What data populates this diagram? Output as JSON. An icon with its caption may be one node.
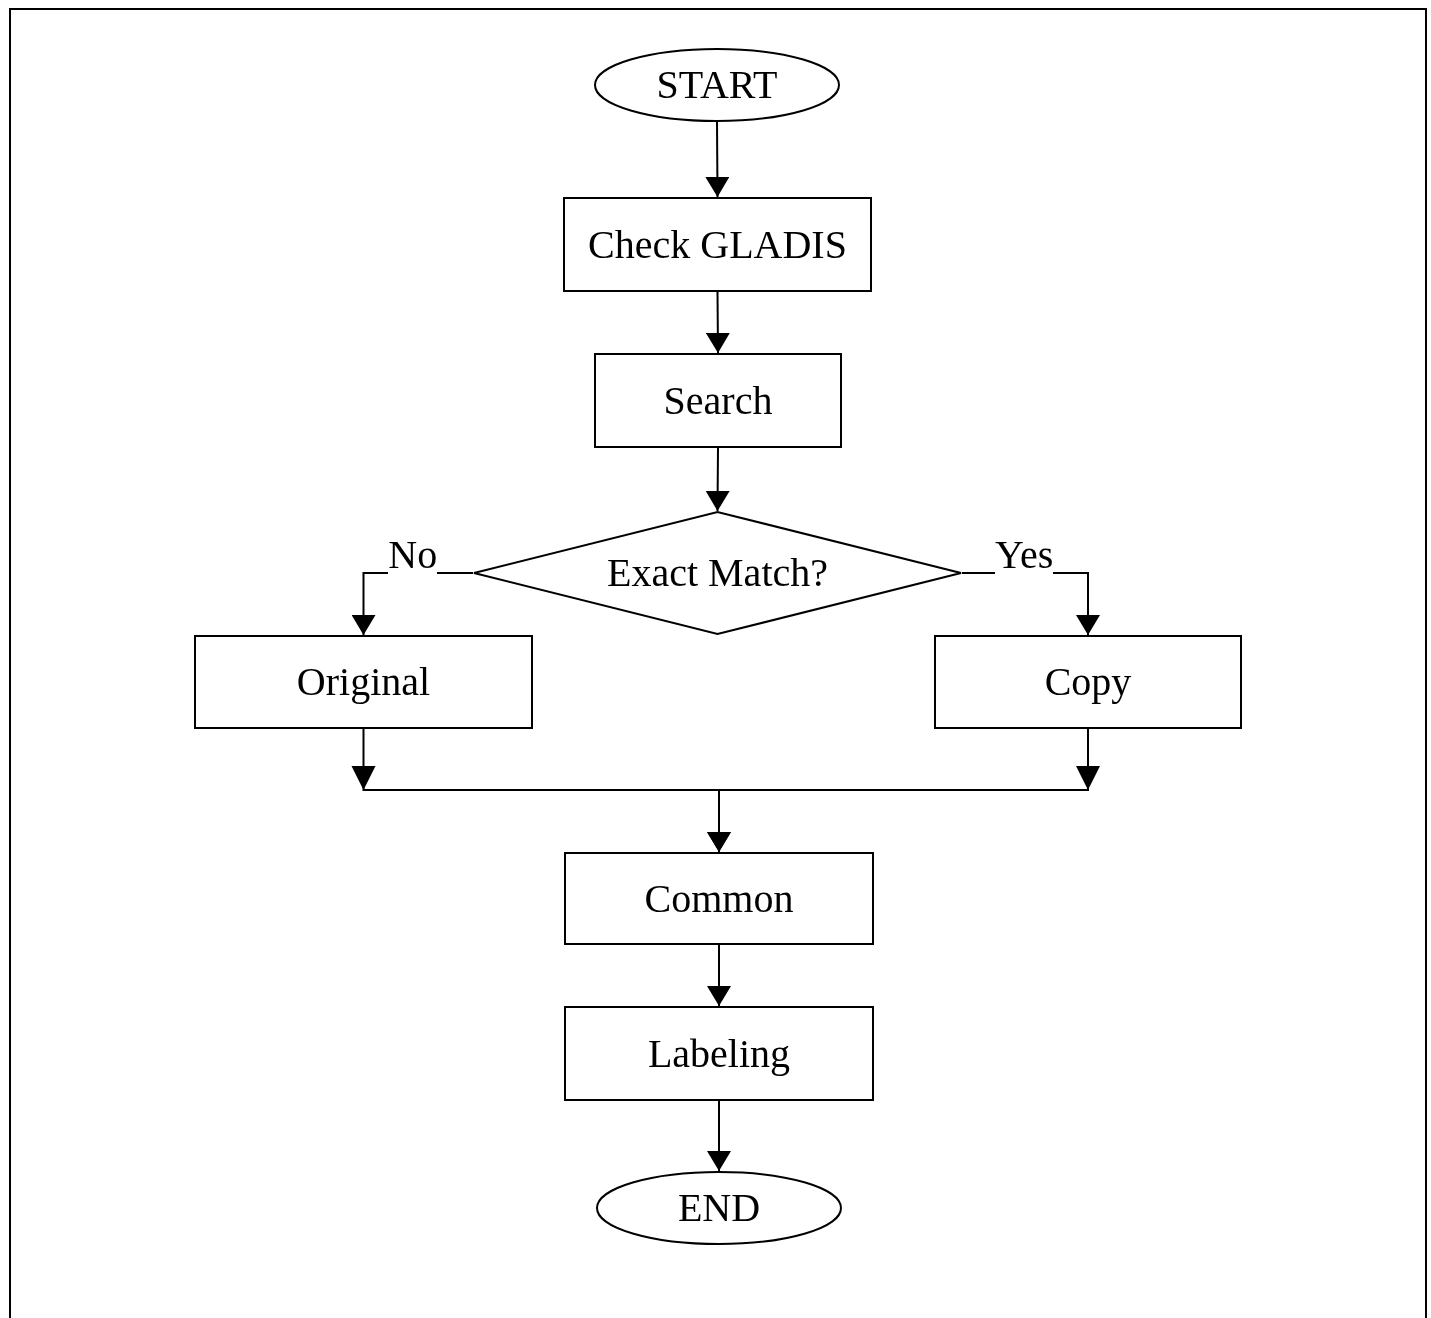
{
  "diagram": {
    "nodes": [
      {
        "text": [
          "START"
        ]
      },
      {
        "text": [
          "Check GLADIS"
        ]
      },
      {
        "text": [
          "Search"
        ]
      },
      {
        "text": [
          "Exact Match?"
        ]
      },
      {
        "text": [
          "Original"
        ]
      },
      {
        "text": [
          "Copy"
        ]
      },
      {
        "text": [
          "Common"
        ]
      },
      {
        "text": [
          "Labeling"
        ]
      },
      {
        "text": [
          "END"
        ]
      }
    ],
    "edges": [
      {
        "from": 0,
        "to": 1,
        "arrow": "to"
      },
      {
        "from": 1,
        "to": 2,
        "arrow": "to"
      },
      {
        "from": 2,
        "to": 3,
        "arrow": "to"
      },
      {
        "from": 3,
        "to": 4,
        "arrow": "to",
        "label": "No"
      },
      {
        "from": 3,
        "to": 5,
        "arrow": "to",
        "label": "Yes"
      },
      {
        "from": 4,
        "to": 6,
        "arrow": "to"
      },
      {
        "from": 5,
        "to": 6,
        "arrow": "to"
      },
      {
        "from": 6,
        "to": 7,
        "arrow": "to"
      },
      {
        "from": 7,
        "to": 8,
        "arrow": "to"
      }
    ]
  }
}
